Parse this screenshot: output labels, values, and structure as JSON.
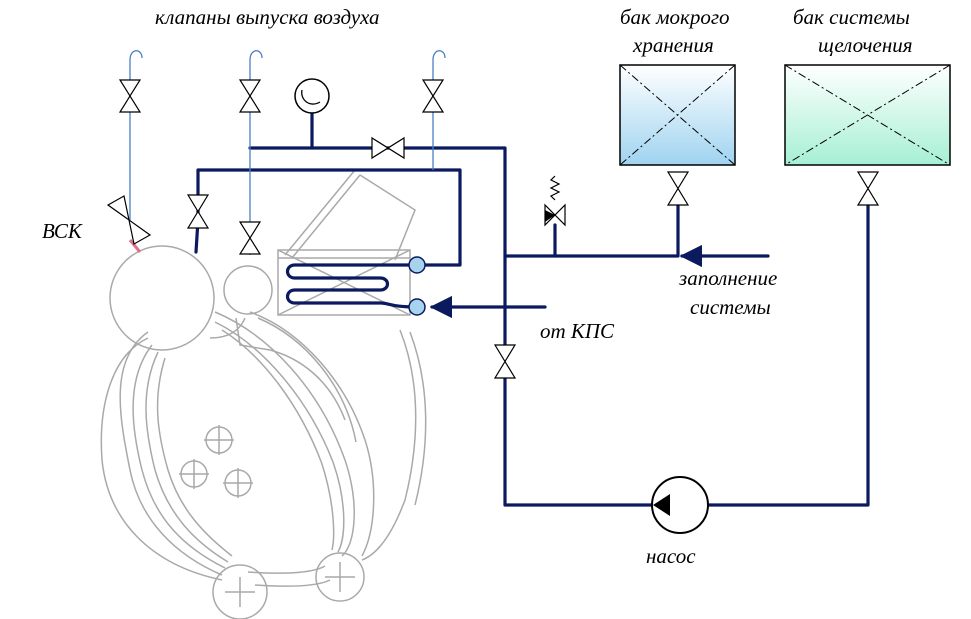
{
  "labels": {
    "air_vents": "клапаны  выпуска  воздуха",
    "wet_tank_line1": "бак  мокрого",
    "wet_tank_line2": "хранения",
    "alkali_tank_line1": "бак системы",
    "alkali_tank_line2": "щелочения",
    "vsk": "ВСК",
    "fill_line1": "заполнение",
    "fill_line2": "системы",
    "from_kps": "от КПС",
    "pump": "насос"
  },
  "colors": {
    "pipe": "#0b1a5e",
    "vent_pipe": "#4a7fc4",
    "vsk_pipe": "#e0708a",
    "boiler_outline": "#a9a9a9",
    "wet_tank_fill": "#9fd3f0",
    "alkali_tank_fill": "#a6f0d4",
    "coil_fill": "#a8d3ef"
  },
  "icons": {
    "valve": "gate-valve-icon",
    "safety_valve": "spring-relief-valve-icon",
    "gauge": "pressure-gauge-icon",
    "pump": "pump-icon"
  }
}
